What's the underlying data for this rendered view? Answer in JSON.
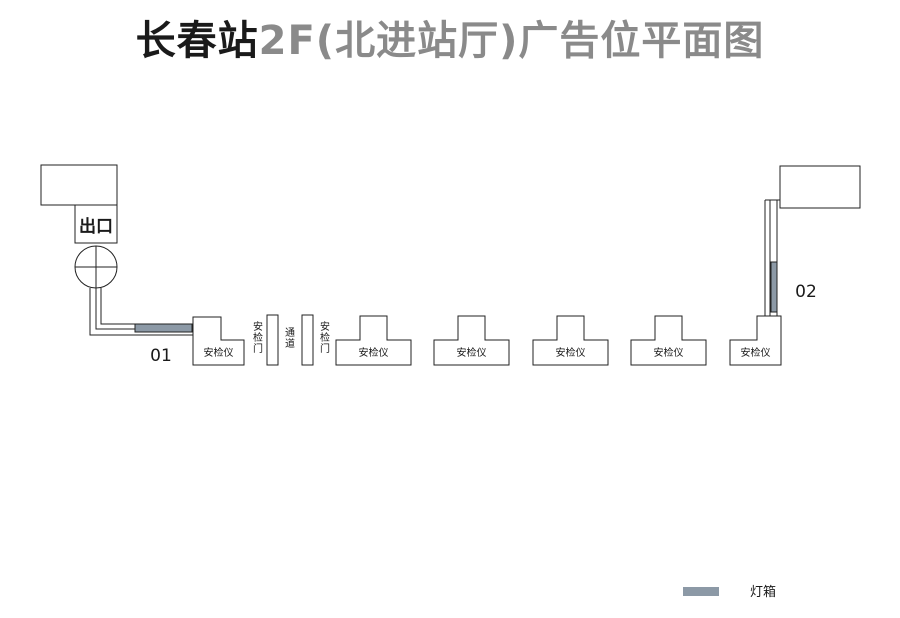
{
  "title": {
    "part1": "长春站",
    "part2": "2F(北进站厅)广告位平面图"
  },
  "exit_label": "出口",
  "points": [
    {
      "id": "01",
      "label": "01"
    },
    {
      "id": "02",
      "label": "02"
    }
  ],
  "security_scanner_label": "安检仪",
  "security_gate_label": "安检门",
  "passage_label": "通道",
  "legend": {
    "label": "灯箱",
    "swatch_color": "#8c99a6"
  },
  "colors": {
    "lightbox": "#8c99a6",
    "stroke": "#222222"
  }
}
